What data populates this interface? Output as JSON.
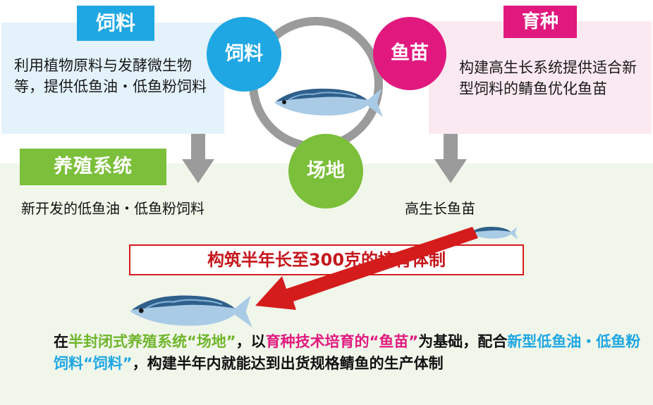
{
  "feed": {
    "tag": "饲料",
    "description": "利用植物原料与发酵微生物等，提供低鱼油・低鱼粉饲料",
    "result": "新开发的低鱼油・低鱼粉饲料"
  },
  "breeding": {
    "tag": "育种",
    "description": "构建高生长系统提供适合新型饲料的鲭鱼优化鱼苗",
    "result": "高生长鱼苗"
  },
  "farming": {
    "tag": "养殖系统"
  },
  "cycle": {
    "feed": "饲料",
    "fry": "鱼苗",
    "site": "场地"
  },
  "banner": "构筑半年长至300克的培育体制",
  "summary": {
    "p1": "在",
    "h1": "半封闭式养殖系统“场地”",
    "p2": "，以",
    "h2": "育种技术培育的“鱼苗”",
    "p3": "为基础，配合",
    "h3": "新型低鱼油・低鱼粉饲料“饲料”",
    "p4": "，构建半年内就能达到出货规格鲭鱼的生产体制"
  },
  "colors": {
    "feed": "#1fa7e3",
    "breeding": "#e1197f",
    "farming": "#7bbf3a",
    "arrow": "#d41c1c",
    "ring": "#9b9b9b"
  },
  "icons": [
    "mackerel-icon",
    "down-arrow-icon",
    "red-arrow-icon"
  ]
}
